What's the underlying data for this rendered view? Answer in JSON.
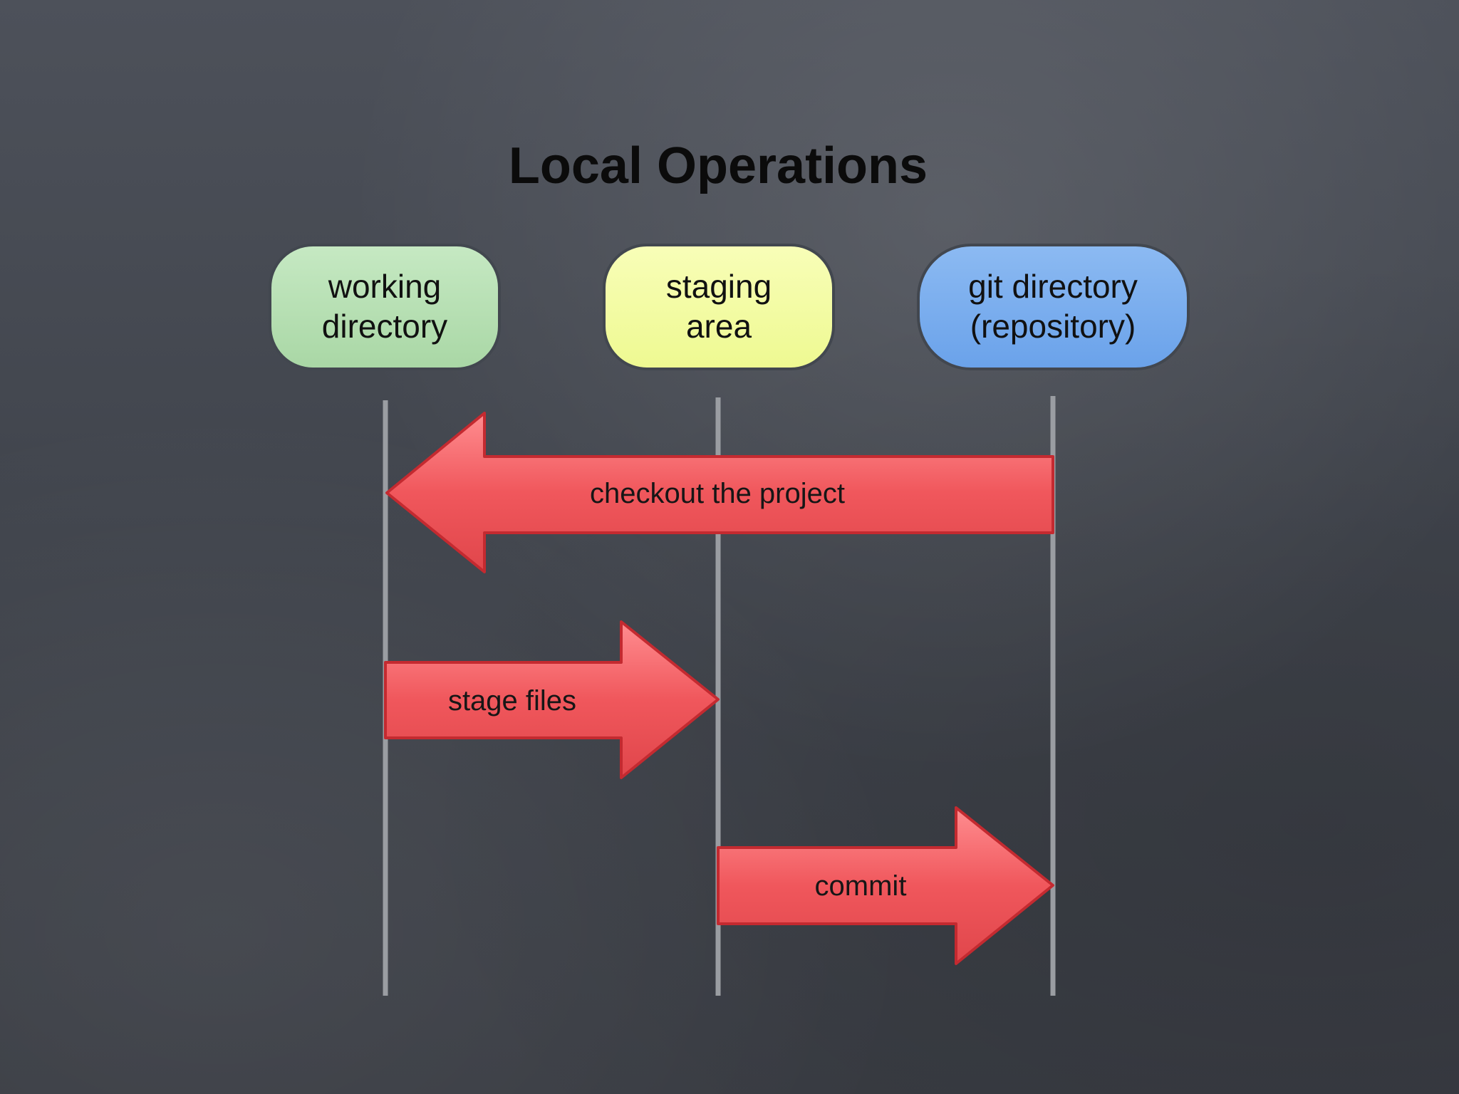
{
  "title": "Local Operations",
  "nodes": [
    {
      "id": "working",
      "line1": "working",
      "line2": "directory",
      "color": "#b9e1b6"
    },
    {
      "id": "staging",
      "line1": "staging",
      "line2": "area",
      "color": "#f2fca4"
    },
    {
      "id": "git",
      "line1": "git directory",
      "line2": "(repository)",
      "color": "#78adee"
    }
  ],
  "operations": [
    {
      "label": "checkout the project",
      "from": "git directory (repository)",
      "to": "working directory"
    },
    {
      "label": "stage files",
      "from": "working directory",
      "to": "staging area"
    },
    {
      "label": "commit",
      "from": "staging area",
      "to": "git directory (repository)"
    }
  ],
  "colors": {
    "arrow_fill": "#f0575c",
    "arrow_stroke": "#c42a30",
    "lifeline": "#9a9da2"
  }
}
